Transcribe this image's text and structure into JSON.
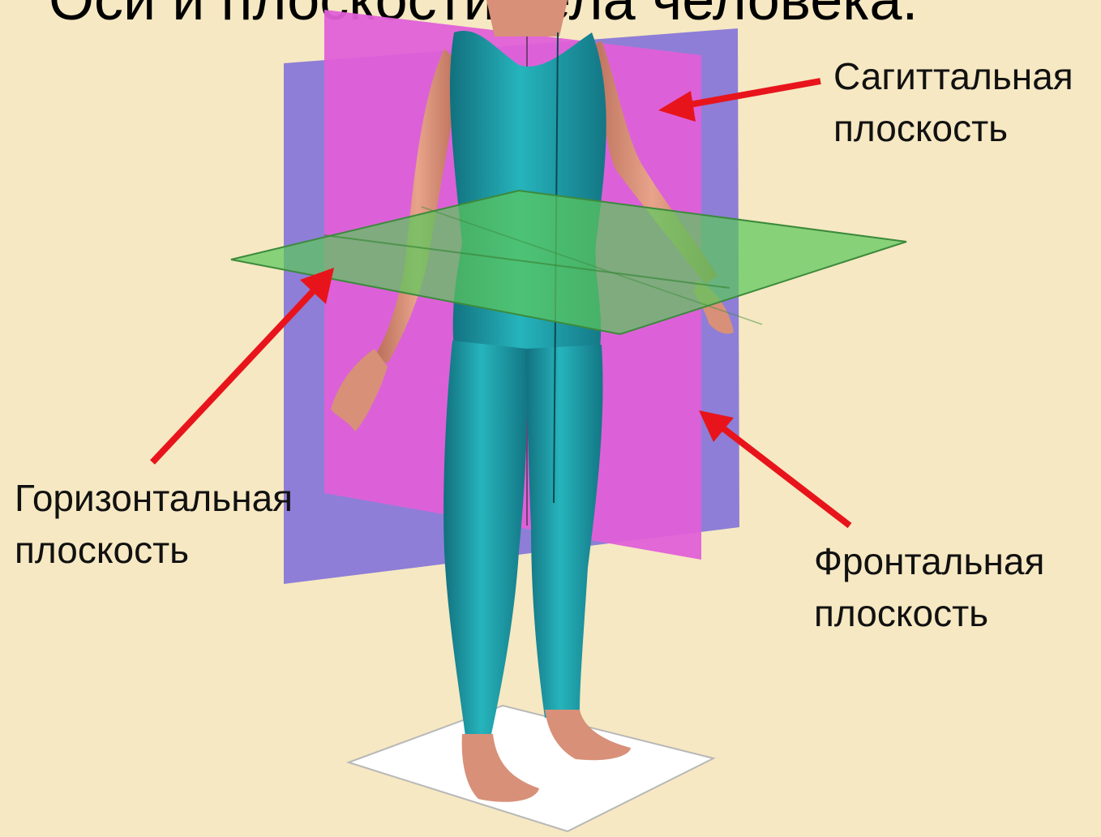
{
  "slide": {
    "title_fragment": "Оси и плоскости тела человека.",
    "labels": {
      "sagittal": {
        "line1": "Сагиттальная",
        "line2": "плоскость"
      },
      "horizontal": {
        "line1": "Горизонтальная",
        "line2": "плоскость"
      },
      "frontal": {
        "line1": "Фронтальная",
        "line2": "плоскость"
      }
    }
  },
  "colors": {
    "background": "#f6e8c2",
    "sagittal_plane": "#e060d8",
    "frontal_plane": "#8878d8",
    "horizontal_plane": "#5cc85c",
    "figure": "#1fa0a8",
    "skin": "#d89078",
    "arrow": "#e8141c"
  }
}
